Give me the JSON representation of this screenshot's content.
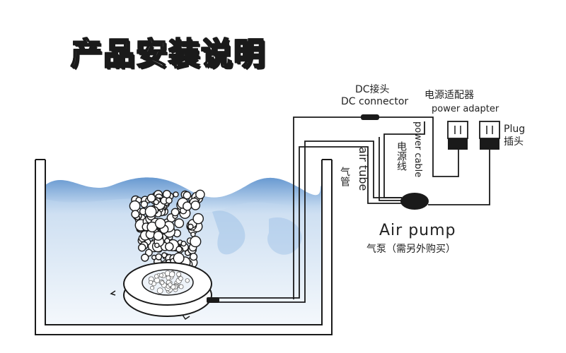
{
  "title": "产品安装说明",
  "labels": {
    "dc_connector_cn": "DC接头",
    "dc_connector_en": "DC connector",
    "power_adapter_cn": "电源适配器",
    "power_adapter_en": "power adapter",
    "plug_en": "Plug",
    "plug_cn": "插头",
    "power_cable_en": "power cable",
    "power_cable_cn": "电源线",
    "air_tube_en": "air tube",
    "air_tube_cn": "气管",
    "air_pump_en": "Air pump",
    "air_pump_cn": "气泵（需另外购买）"
  },
  "colors": {
    "line": "#1a1a1a",
    "water_light": "#dbe8f5",
    "water_mid": "#a9c7e8",
    "water_dark": "#6f9ccf"
  }
}
